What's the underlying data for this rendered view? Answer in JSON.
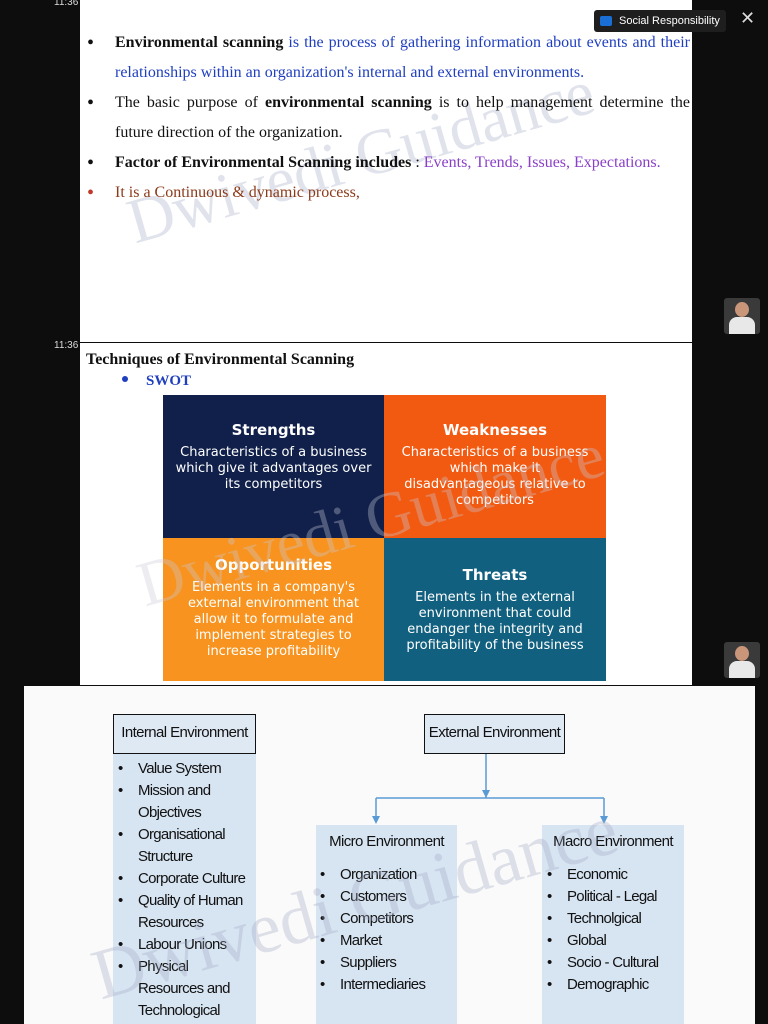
{
  "status": {
    "time_top": "11:36",
    "time_mid": "11:36"
  },
  "tag": {
    "label": "Social Responsibility"
  },
  "slide1": {
    "b1_term": "Environmental scanning",
    "b1_rest": " is the process of gathering information about events and their relationships within an organization's internal and external environments.",
    "b2_a": "The basic purpose of ",
    "b2_term": "environmental scanning",
    "b2_b": " is to help management determine the future direction of the organization.",
    "b3_a": "Factor of Environmental Scanning includes",
    "b3_colon": " : ",
    "b3_b": "Events, Trends, Issues, Expectations.",
    "b4": "It is a Continuous & dynamic process,",
    "watermark": "Dwivedi Guidance"
  },
  "slide2": {
    "title": "Techniques of Environmental Scanning",
    "swot_label": "SWOT",
    "watermark": "Dwivedi Guidance",
    "strengths": {
      "title": "Strengths",
      "text": "Characteristics of a business which give it advantages over its competitors",
      "color": "#10204a"
    },
    "weaknesses": {
      "title": "Weaknesses",
      "text": "Characteristics of a business which make it disadvantageous relative to competitors",
      "color": "#f25a12"
    },
    "opportunities": {
      "title": "Opportunities",
      "text": "Elements in a company's external environment that allow it to formulate and implement strategies to increase profitability",
      "color": "#f7931e"
    },
    "threats": {
      "title": "Threats",
      "text": "Elements in the external environment that could endanger the integrity and profitability of the business",
      "color": "#12607f"
    }
  },
  "slide3": {
    "internal_title": "Internal Environment",
    "internal_items": [
      "Value System",
      "Mission and Objectives",
      "Organisational Structure",
      "Corporate Culture",
      "Quality of Human Resources",
      "Labour Unions",
      "Physical Resources and Technological Capabilities"
    ],
    "external_title": "External Environment",
    "micro_title": "Micro Environment",
    "micro_items": [
      "Organization",
      "Customers",
      "Competitors",
      "Market",
      "Suppliers",
      "Intermediaries"
    ],
    "macro_title": "Macro Environment",
    "macro_items": [
      "Economic",
      "Political - Legal",
      "Technolgical",
      "Global",
      "Socio - Cultural",
      "Demographic"
    ],
    "watermark": "Dwivedi Guidance"
  }
}
